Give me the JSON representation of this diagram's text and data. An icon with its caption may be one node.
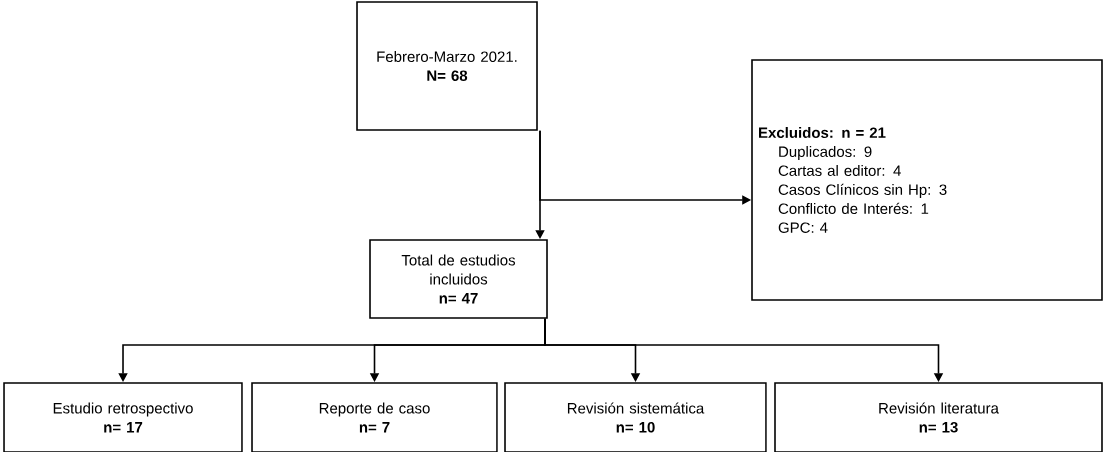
{
  "diagram": {
    "nodes": [
      {
        "text": [
          "Febrero-Marzo 2021.",
          "N= 68"
        ]
      },
      {
        "text": [
          "Excluidos: n = 21",
          "Duplicados: 9",
          "Cartas al editor: 4",
          "Casos Clínicos sin Hp: 3",
          "Conflicto de Interés: 1",
          "GPC: 4"
        ]
      },
      {
        "text": [
          "Total de estudios incluidos",
          "n= 47"
        ]
      },
      {
        "text": [
          "Estudio retrospectivo",
          "n= 17"
        ]
      },
      {
        "text": [
          "Reporte de caso",
          "n= 7"
        ]
      },
      {
        "text": [
          "Revisión sistemática",
          "n= 10"
        ]
      },
      {
        "text": [
          "Revisión literatura",
          "n= 13"
        ]
      }
    ],
    "edges": [
      {
        "from": 0,
        "to": 2,
        "arrow": "to"
      },
      {
        "from": 0,
        "to": 1,
        "arrow": "to"
      },
      {
        "from": 2,
        "to": 3,
        "arrow": "to"
      },
      {
        "from": 2,
        "to": 4,
        "arrow": "to"
      },
      {
        "from": 2,
        "to": 5,
        "arrow": "to"
      },
      {
        "from": 2,
        "to": 6,
        "arrow": "to"
      }
    ]
  }
}
